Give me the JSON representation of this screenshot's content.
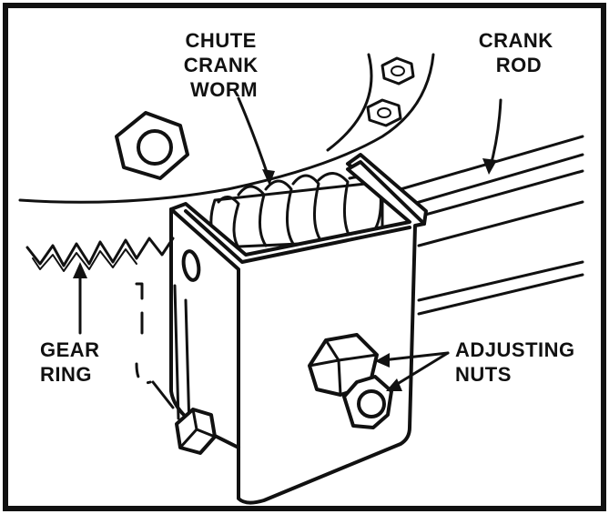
{
  "labels": {
    "chute_crank_worm": [
      "CHUTE",
      "CRANK",
      "WORM"
    ],
    "crank_rod": [
      "CRANK",
      "ROD"
    ],
    "gear_ring": [
      "GEAR",
      "RING"
    ],
    "adjusting_nuts": [
      "ADJUSTING",
      "NUTS"
    ]
  },
  "colors": {
    "ink": "#111111",
    "paper": "#ffffff"
  }
}
